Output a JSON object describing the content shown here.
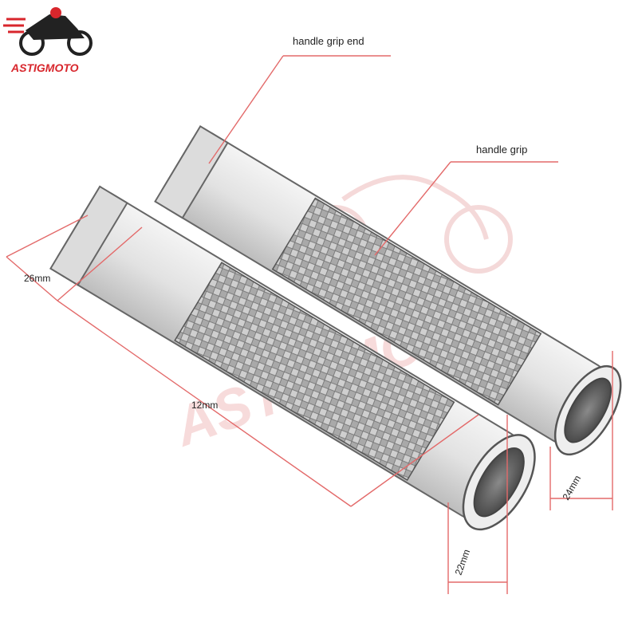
{
  "brand": {
    "name": "ASTIGMOTO",
    "color": "#d8262c",
    "icon": "motorcycle-rider-icon"
  },
  "watermark": {
    "text": "ASTIGMOTO",
    "color": "#f6d3d3"
  },
  "callouts": {
    "grip_end": "handle grip end",
    "grip": "handle grip"
  },
  "dimensions": {
    "diameter_end": "26mm",
    "length": "12mm",
    "inner_diameter": "22mm",
    "outer_diameter": "24mm"
  },
  "colors": {
    "leader_line": "#e36a6a",
    "metal": "#d9d9d9",
    "outline": "#555555"
  }
}
